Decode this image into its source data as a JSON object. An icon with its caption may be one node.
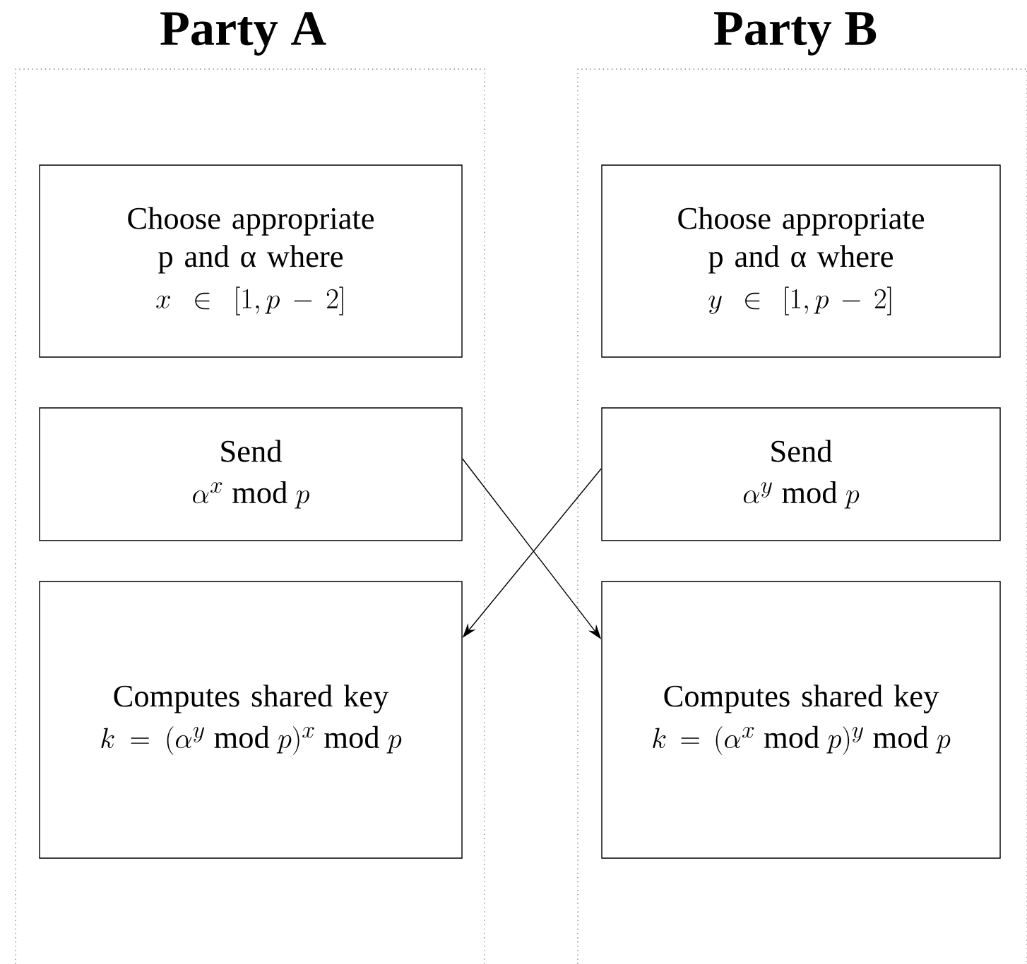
{
  "diagram": {
    "nodes": [
      {
        "text": [
          "Party A"
        ]
      },
      {
        "text": [
          "Choose appropriate p and α where",
          "x \\in [1, p-2]"
        ],
        "in": 0
      },
      {
        "text": [
          "Send",
          "\\alpha^{x} \\bmod p"
        ],
        "in": 0
      },
      {
        "text": [
          "Computes shared key",
          "k = (\\alpha^{y} \\bmod p)^{x} \\bmod p"
        ],
        "in": 0
      },
      {
        "text": [
          "Party  B"
        ]
      },
      {
        "text": [
          "Choose appropriate p and α where",
          "y \\in [1, p-2]"
        ],
        "in": 4
      },
      {
        "text": [
          "Send",
          "\\alpha^{y} \\bmod p"
        ],
        "in": 4
      },
      {
        "text": [
          "Computes shared key",
          "k = (\\alpha^{x} \\bmod p)^{y} \\bmod p"
        ],
        "in": 4
      }
    ],
    "edges": [
      {
        "from": 2,
        "to": 7,
        "arrow": "to"
      },
      {
        "from": 6,
        "to": 3,
        "arrow": "to"
      }
    ]
  }
}
